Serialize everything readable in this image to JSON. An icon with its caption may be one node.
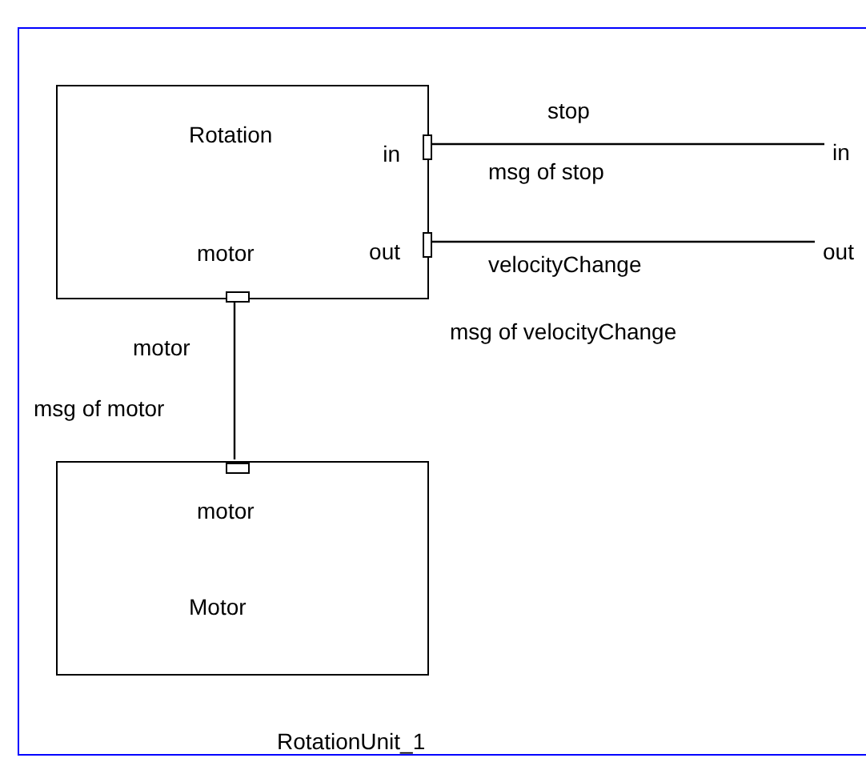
{
  "diagram": {
    "nodes": [
      {
        "text": [
          "RotationUnit_1"
        ]
      },
      {
        "text": [
          "Rotation"
        ],
        "in": 0
      },
      {
        "text": [
          "in"
        ],
        "in": 1
      },
      {
        "text": [
          "out"
        ],
        "in": 1
      },
      {
        "text": [
          "motor"
        ],
        "in": 1
      },
      {
        "text": [
          "in"
        ],
        "in": 0
      },
      {
        "text": [
          "out"
        ],
        "in": 0
      },
      {
        "text": [
          "Motor"
        ],
        "in": 0
      },
      {
        "text": [
          "motor"
        ],
        "in": 7
      }
    ],
    "edges": [
      {
        "from": 2,
        "to": 5,
        "arrow": "none",
        "label": "stop"
      },
      {
        "from": 3,
        "to": 6,
        "arrow": "none",
        "label": "velocityChange"
      },
      {
        "from": 4,
        "to": 8,
        "arrow": "none",
        "label": "motor"
      }
    ],
    "labels": [
      "msg of stop",
      "msg of velocityChange",
      "msg of motor"
    ]
  }
}
